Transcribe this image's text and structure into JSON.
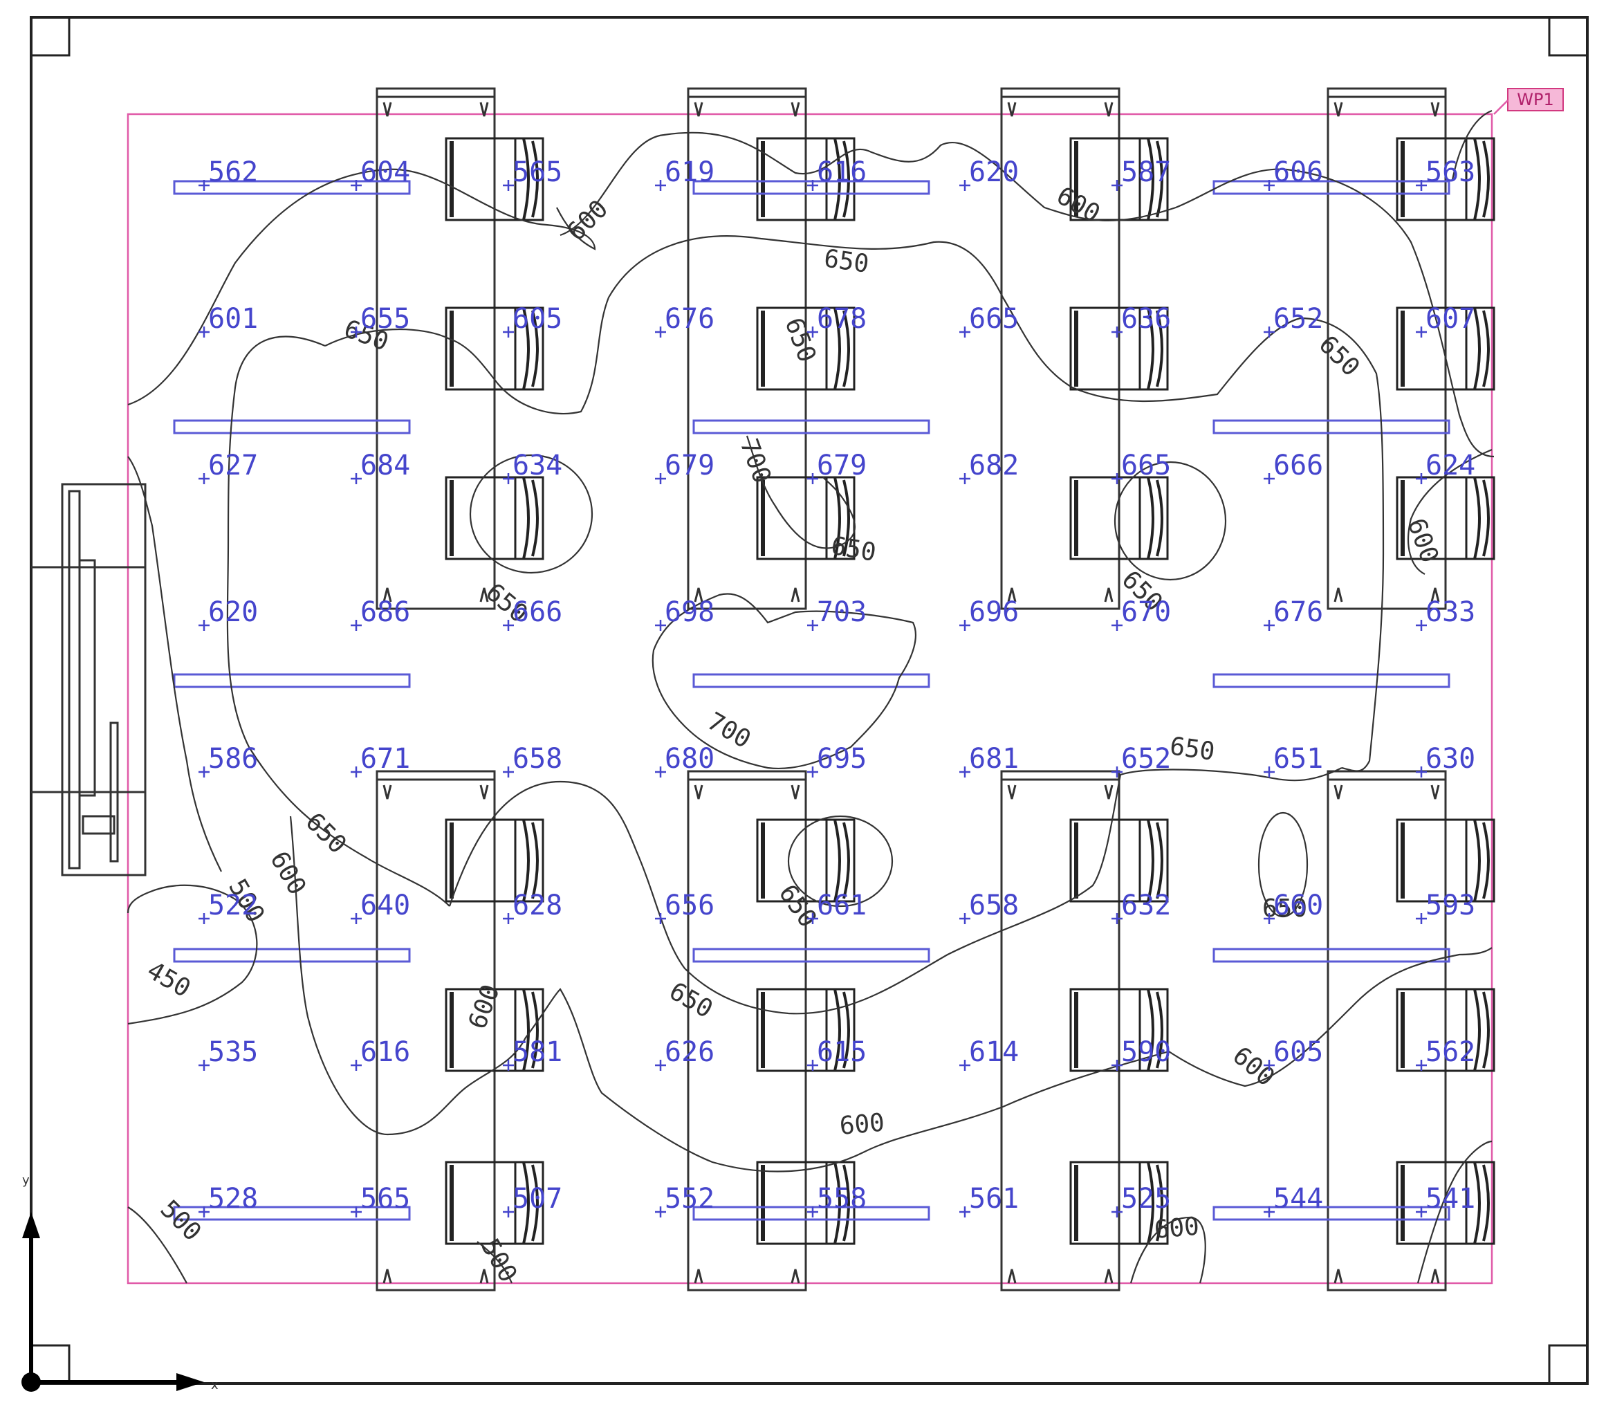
{
  "workplane_tag": "WP1",
  "axes": {
    "x_label": "x",
    "y_label": "y"
  },
  "grid": {
    "rows": [
      [
        "562",
        "604",
        "565",
        "619",
        "616",
        "620",
        "587",
        "606",
        "563"
      ],
      [
        "601",
        "655",
        "605",
        "676",
        "678",
        "665",
        "636",
        "652",
        "607"
      ],
      [
        "627",
        "684",
        "634",
        "679",
        "679",
        "682",
        "665",
        "666",
        "624"
      ],
      [
        "620",
        "686",
        "666",
        "698",
        "703",
        "696",
        "670",
        "676",
        "633"
      ],
      [
        "586",
        "671",
        "658",
        "680",
        "695",
        "681",
        "652",
        "651",
        "630"
      ],
      [
        "522",
        "640",
        "628",
        "656",
        "661",
        "658",
        "632",
        "660",
        "593"
      ],
      [
        "535",
        "616",
        "581",
        "626",
        "615",
        "614",
        "590",
        "605",
        "562"
      ],
      [
        "528",
        "565",
        "507",
        "552",
        "558",
        "561",
        "525",
        "544",
        "541"
      ]
    ]
  },
  "contour_labels": [
    "600",
    "650",
    "600",
    "650",
    "650",
    "700",
    "650",
    "650",
    "600",
    "650",
    "650",
    "650",
    "700",
    "650",
    "650",
    "600",
    "500",
    "450",
    "650",
    "600",
    "600",
    "600",
    "500",
    "500",
    "600",
    "650"
  ],
  "icons": {
    "door": "door-icon",
    "chair": "chair-icon",
    "luminaire": "luminaire-icon"
  }
}
